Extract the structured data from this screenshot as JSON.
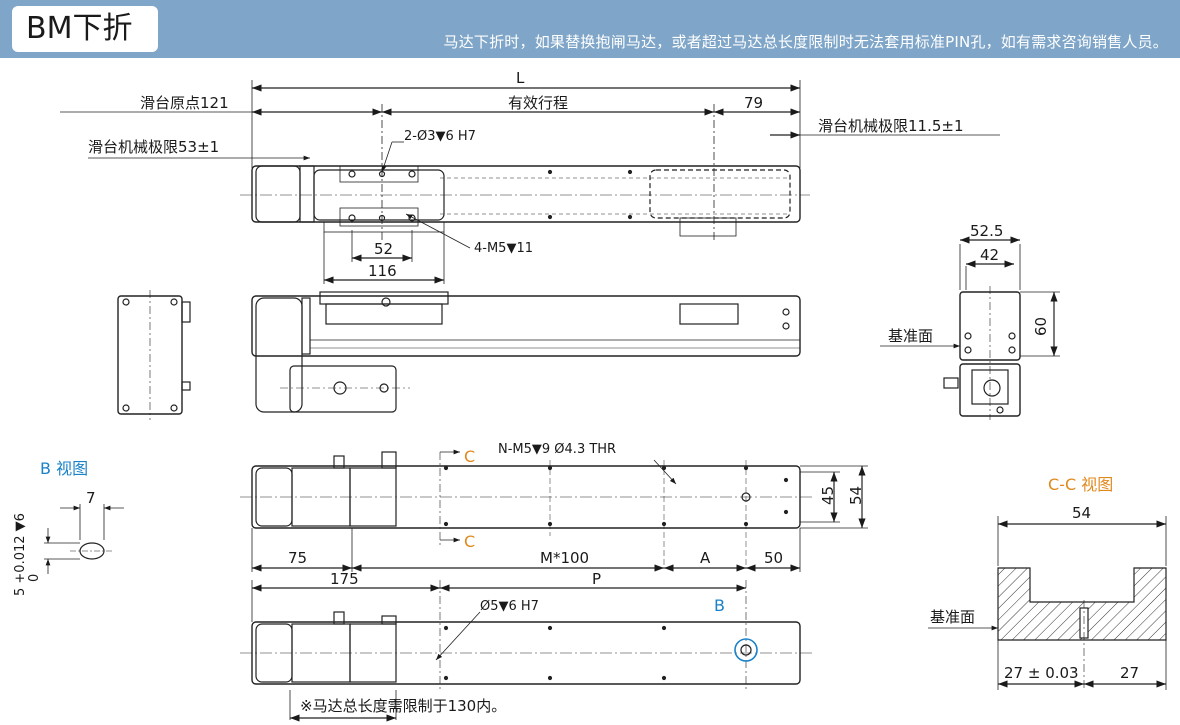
{
  "header": {
    "title": "BM下折",
    "note": "马达下折时，如果替换抱闸马达，或者超过马达总长度限制时无法套用标准PIN孔，如有需求咨询销售人员。"
  },
  "dims": {
    "L": "L",
    "origin": "滑台原点121",
    "stroke": "有效行程",
    "d79": "79",
    "mech53": "滑台机械极限53±1",
    "mech11": "滑台机械极限11.5±1",
    "pin_hole": "2-Ø3▼6 H7",
    "m5": "4-M5▼11",
    "d52": "52",
    "d116": "116",
    "d52_5": "52.5",
    "d42": "42",
    "d60": "60",
    "ref_face": "基准面",
    "nm5": "N-M5▼9   Ø4.3 THR",
    "d45": "45",
    "d54": "54",
    "d75": "75",
    "m100": "M*100",
    "A": "A",
    "d50": "50",
    "d175": "175",
    "P": "P",
    "hole5": "Ø5▼6 H7",
    "B": "B",
    "C": "C",
    "d7": "7",
    "tol": "5 +0.012 ▼6",
    "tol0": "0",
    "cc_d54": "54",
    "d27a": "27 ± 0.03",
    "d27b": "27",
    "footnote": "※马达总长度需限制于130内。"
  },
  "views": {
    "b_view": "B 视图",
    "cc_view": "C-C 视图"
  },
  "colors": {
    "header_bg": "#7fa6c8",
    "blue": "#1a82c8",
    "orange": "#e08a1e"
  }
}
